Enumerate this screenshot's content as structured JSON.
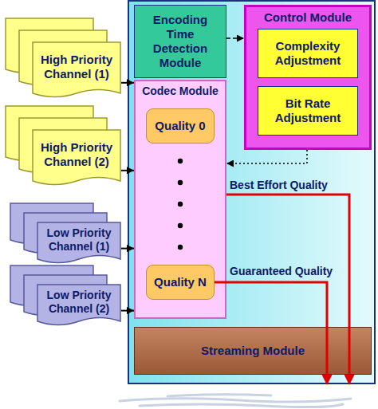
{
  "diagram": {
    "nodes": [
      {
        "text": [
          "High Priority Channel (1)"
        ]
      },
      {
        "text": [
          "Encoding Time Detection Module"
        ]
      },
      {
        "text": [
          "Control Module"
        ]
      },
      {
        "text": [
          "Complexity Adjustment"
        ],
        "in": 2
      },
      {
        "text": [
          "Bit Rate Adjustment"
        ],
        "in": 2
      },
      {
        "text": [
          "High Priority Channel (2)"
        ]
      },
      {
        "text": [
          "Codec Module"
        ]
      },
      {
        "text": [
          "Quality 0"
        ],
        "in": 6
      },
      {
        "text": [
          "Quality N"
        ],
        "in": 6
      },
      {
        "text": [
          "Low Priority Channel (1)"
        ]
      },
      {
        "text": [
          "Low Priority Channel (2)"
        ]
      },
      {
        "text": [
          "Streaming Module"
        ]
      }
    ],
    "edges": [
      {
        "from": 0,
        "to": 6,
        "arrow": "to"
      },
      {
        "from": 5,
        "to": 6,
        "arrow": "to"
      },
      {
        "from": 9,
        "to": 6,
        "arrow": "to"
      },
      {
        "from": 10,
        "to": 6,
        "arrow": "to"
      },
      {
        "from": 1,
        "to": 2,
        "arrow": "to"
      },
      {
        "from": 2,
        "to": 6,
        "arrow": "to"
      },
      {
        "from": 6,
        "to": 11,
        "label": "Best Effort Quality",
        "arrow": "to"
      },
      {
        "from": 8,
        "to": 11,
        "label": "Guaranteed Quality",
        "arrow": "to"
      }
    ]
  }
}
